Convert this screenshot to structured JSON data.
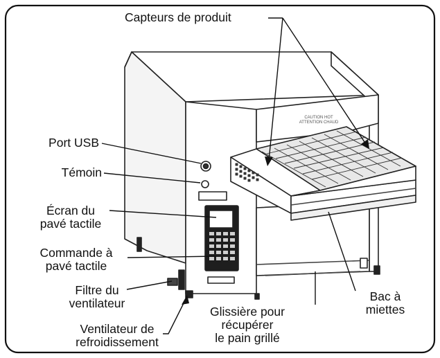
{
  "labels": {
    "product_sensors": "Capteurs de produit",
    "usb_port": "Port USB",
    "indicator": "Témoin",
    "screen": [
      "Écran du",
      "pavé tactile"
    ],
    "keypad": [
      "Commande à",
      "pavé tactile"
    ],
    "fan_filter": [
      "Filtre du",
      "ventilateur"
    ],
    "cooling_fan": [
      "Ventilateur de",
      "refroidissement"
    ],
    "toast_slide": [
      "Glissière pour",
      "récupérer",
      "le pain grillé"
    ],
    "crumb_tray": [
      "Bac à",
      "miettes"
    ]
  },
  "device_text": {
    "caution": [
      "CAUTION HOT",
      "ATTENTION CHAUD"
    ]
  }
}
